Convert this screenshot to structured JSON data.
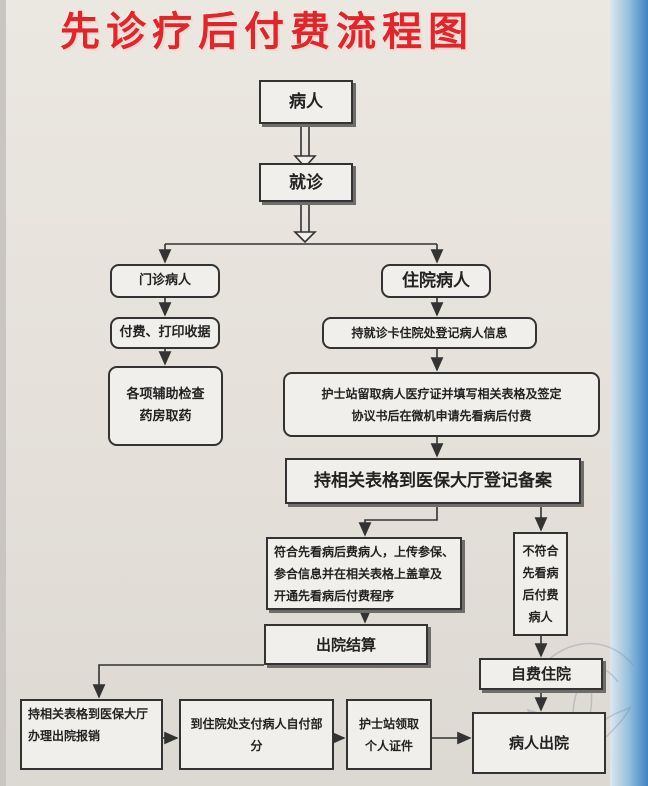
{
  "title": "先诊疗后付费流程图",
  "nodes": {
    "patient": "病人",
    "visit": "就诊",
    "outpatient": "门诊病人",
    "inpatient": "住院病人",
    "pay_print": "付费、打印收据",
    "exam_pharmacy_line1": "各项辅助检查",
    "exam_pharmacy_line2": "药房取药",
    "register_info": "持就诊卡住院处登记病人信息",
    "nurse_station_line1": "护士站留取病人医疗证并填写相关表格及签定",
    "nurse_station_line2": "协议书后在微机申请先看病后付费",
    "hall_register": "持相关表格到医保大厅登记备案",
    "eligible_line1": "符合先看病后费病人，上传参保、",
    "eligible_line2": "参合信息并在相关表格上盖章及",
    "eligible_line3": "开通先看病后付费程序",
    "not_eligible_line1": "不符合",
    "not_eligible_line2": "先看病",
    "not_eligible_line3": "后付费",
    "not_eligible_line4": "病人",
    "discharge_settle": "出院结算",
    "self_pay": "自费住院",
    "reimburse_line1": "持相关表格到医保大厅",
    "reimburse_line2": "办理出院报销",
    "pay_own_part": "到住院处支付病人自付部分",
    "collect_docs_line1": "护士站领取",
    "collect_docs_line2": "个人证件",
    "discharged": "病人出院"
  },
  "colors": {
    "title": "#e0262a",
    "border": "#333333",
    "frame_blue": "#3d86c2"
  }
}
